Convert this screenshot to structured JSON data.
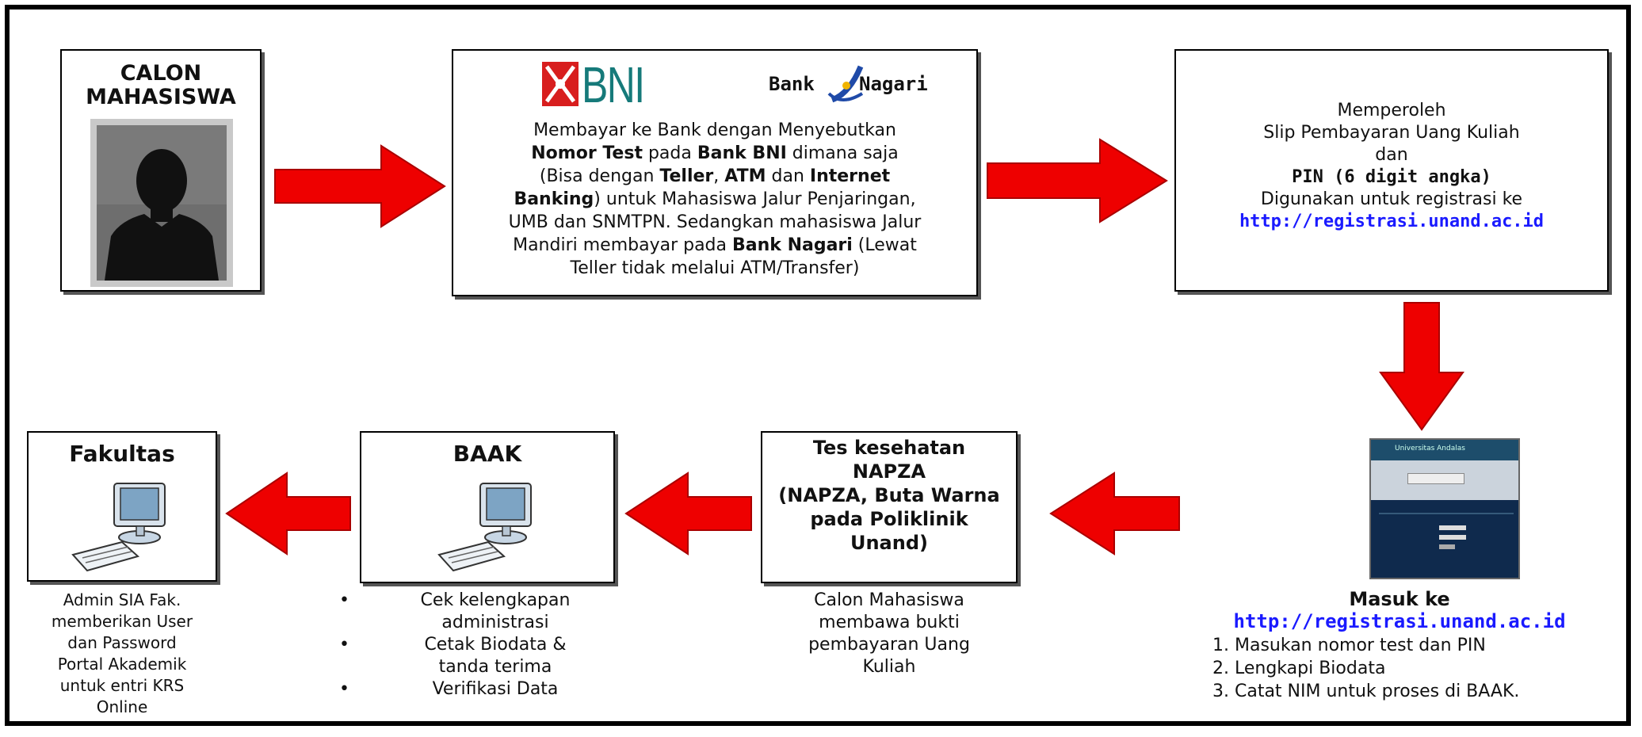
{
  "colors": {
    "arrow": "#ee0000",
    "link": "#1a1aff",
    "border": "#000000"
  },
  "calon": {
    "title_line1": "CALON",
    "title_line2": "MAHASISWA",
    "icon": "person-silhouette"
  },
  "bank": {
    "logo_bni": "BNI",
    "logo_nagari_left": "Bank",
    "logo_nagari_right": "Nagari",
    "t1": "Membayar ke Bank dengan Menyebutkan",
    "t2a": "Nomor Test",
    "t2b": " pada ",
    "t2c": "Bank BNI",
    "t2d": " dimana saja",
    "t3a": "(Bisa dengan ",
    "t3b": "Teller",
    "t3c": ", ",
    "t3d": "ATM",
    "t3e": " dan ",
    "t3f": "Internet",
    "t4a": "Banking",
    "t4b": ") untuk Mahasiswa Jalur Penjaringan,",
    "t5": "UMB dan SNMTPN. Sedangkan mahasiswa Jalur",
    "t6a": "Mandiri membayar pada ",
    "t6b": "Bank Nagari",
    "t6c": " (Lewat",
    "t7": "Teller tidak melalui ATM/Transfer)"
  },
  "slip": {
    "l1": "Memperoleh",
    "l2": "Slip Pembayaran Uang Kuliah",
    "l3": "dan",
    "l4": "PIN (6 digit angka)",
    "l5": "Digunakan untuk registrasi ke",
    "link": "http://registrasi.unand.ac.id"
  },
  "masuk": {
    "title": "Masuk ke",
    "link": "http://registrasi.unand.ac.id",
    "steps": [
      "1. Masukan nomor test dan PIN",
      "2. Lengkapi Biodata",
      "3. Catat NIM untuk proses di BAAK."
    ],
    "screenshot_header": "Universitas Andalas"
  },
  "tes": {
    "l1": "Tes kesehatan",
    "l2": "NAPZA",
    "l3": "(NAPZA, Buta Warna",
    "l4": "pada Poliklinik",
    "l5": "Unand)",
    "c1": "Calon Mahasiswa",
    "c2": "membawa bukti",
    "c3": "pembayaran Uang",
    "c4": "Kuliah"
  },
  "baak": {
    "title": "BAAK",
    "items": [
      "Cek kelengkapan administrasi",
      "Cetak Biodata & tanda terima",
      "Verifikasi Data"
    ],
    "i1a": "Cek kelengkapan",
    "i1b": "administrasi",
    "i2a": "Cetak Biodata &",
    "i2b": "tanda terima",
    "i3": "Verifikasi Data",
    "icon": "computer-icon"
  },
  "fakultas": {
    "title": "Fakultas",
    "c1": "Admin SIA Fak.",
    "c2": "memberikan User",
    "c3": "dan Password",
    "c4": "Portal Akademik",
    "c5": "untuk entri KRS",
    "c6": "Online",
    "icon": "computer-icon"
  }
}
